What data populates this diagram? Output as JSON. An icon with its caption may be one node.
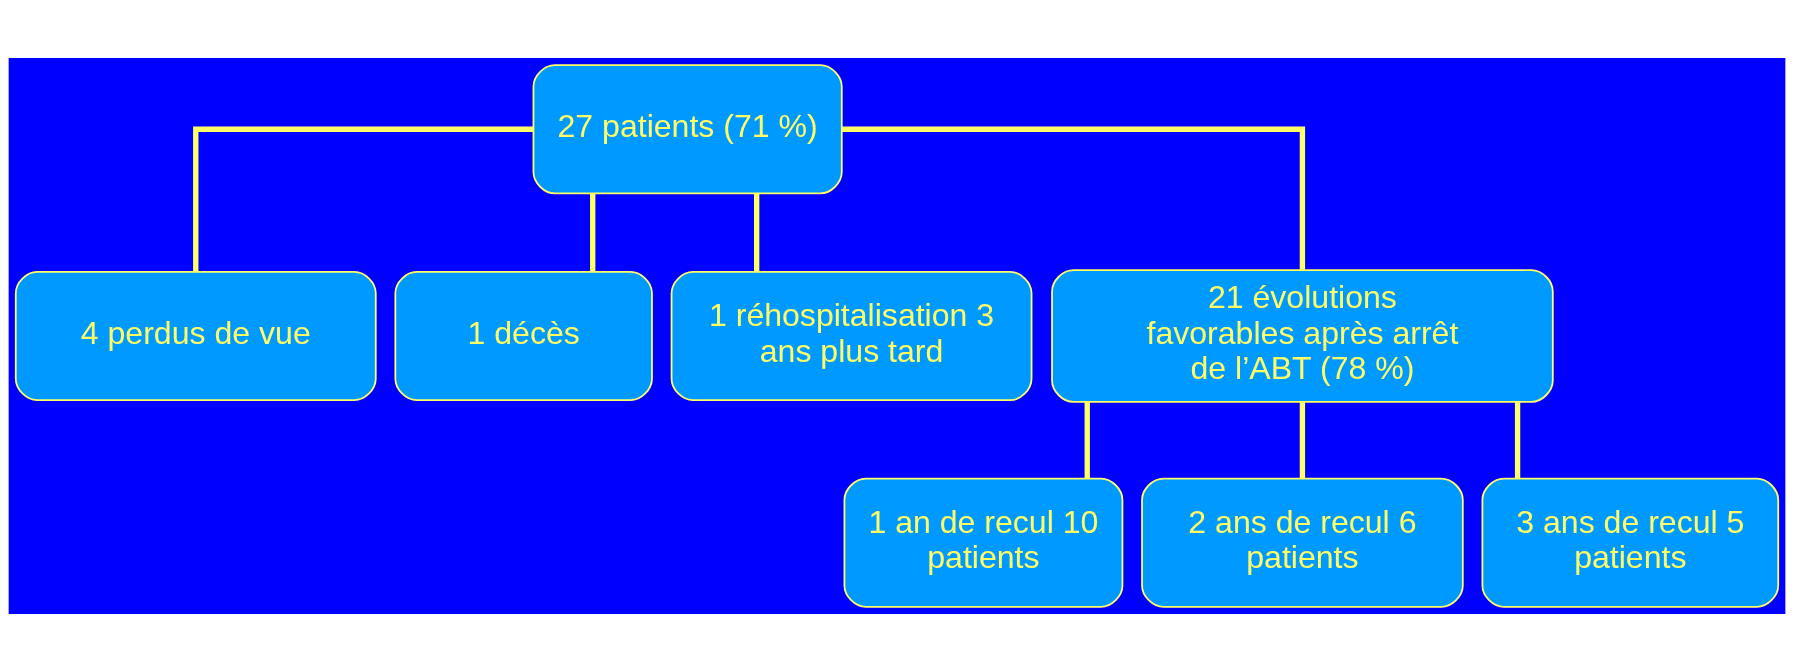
{
  "diagram": {
    "nodes": [
      {
        "text": [
          "27 patients (71 %)"
        ]
      },
      {
        "text": [
          "4 perdus de vue"
        ]
      },
      {
        "text": [
          "1 décès"
        ]
      },
      {
        "text": [
          "1 réhospitalisation 3 ans plus tard"
        ]
      },
      {
        "text": [
          "21 évolutions favorables après arrêt de l’ABT (78 %)"
        ]
      },
      {
        "text": [
          "1 an de recul 10 patients"
        ]
      },
      {
        "text": [
          "2 ans de recul 6 patients"
        ]
      },
      {
        "text": [
          "3 ans de recul 5 patients"
        ]
      }
    ],
    "edges": [
      {
        "from": 0,
        "to": 1,
        "arrow": "none"
      },
      {
        "from": 0,
        "to": 2,
        "arrow": "none"
      },
      {
        "from": 0,
        "to": 3,
        "arrow": "none"
      },
      {
        "from": 0,
        "to": 4,
        "arrow": "none"
      },
      {
        "from": 4,
        "to": 5,
        "arrow": "none"
      },
      {
        "from": 4,
        "to": 6,
        "arrow": "none"
      },
      {
        "from": 4,
        "to": 7,
        "arrow": "none"
      }
    ]
  }
}
